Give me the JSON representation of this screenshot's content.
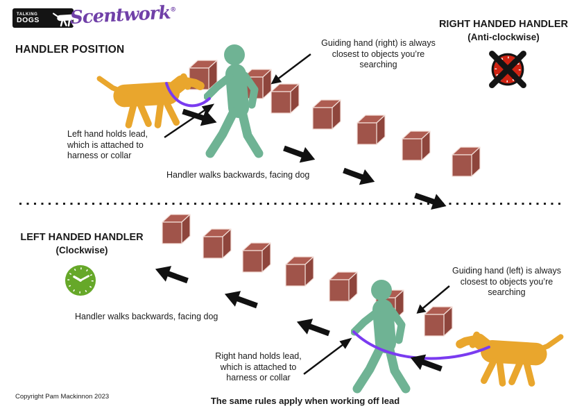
{
  "logo": {
    "talking": "TALKING",
    "dogs": "DOGS",
    "brand": "Scentwork",
    "registered": "®"
  },
  "header": {
    "title": "HANDLER POSITION"
  },
  "right_handed": {
    "heading": "RIGHT HANDED HANDLER",
    "subheading": "(Anti-clockwise)",
    "guiding_note": "Guiding hand (right) is always\nclosest to objects you’re\nsearching",
    "lead_note": "Left hand holds lead,\nwhich is attached to\nharness or collar",
    "walk_note": "Handler walks backwards, facing dog"
  },
  "left_handed": {
    "heading": "LEFT HANDED HANDLER",
    "subheading": "(Clockwise)",
    "guiding_note": "Guiding hand (left) is always\nclosest to objects you’re\nsearching",
    "lead_note": "Right hand holds lead,\nwhich is attached to\nharness or collar",
    "walk_note": "Handler walks backwards, facing dog"
  },
  "footer": {
    "copyright": "Copyright Pam Mackinnon 2023",
    "note": "The same rules apply when working off lead"
  },
  "icons": {
    "anticlockwise": "crossed-out-red-clock",
    "clockwise": "green-clock",
    "search_objects": "brick-red-cubes",
    "handler": "green-walking-person",
    "dog": "orange-dog",
    "lead": "purple-lead-line"
  },
  "colors": {
    "person": "#6fb394",
    "dog": "#e9a62d",
    "lead": "#7a3bf0",
    "cube_front": "#a0544a",
    "cube_top": "#ae5c51",
    "cube_side": "#8e453c",
    "clock_red": "#cf2312",
    "clock_green": "#66a829",
    "arrow": "#111111",
    "brand_purple": "#7040a8"
  }
}
